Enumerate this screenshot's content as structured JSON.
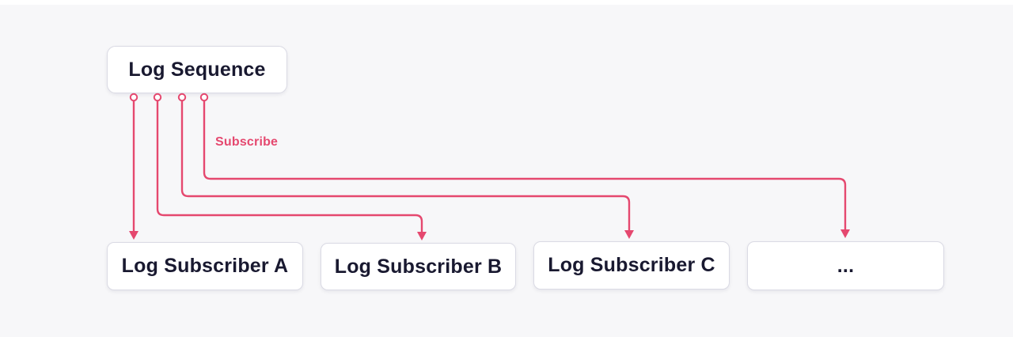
{
  "diagram": {
    "publisher": {
      "label": "Log Sequence"
    },
    "edge_label": "Subscribe",
    "subscribers": [
      {
        "label": "Log Subscriber A"
      },
      {
        "label": "Log Subscriber B"
      },
      {
        "label": "Log Subscriber C"
      },
      {
        "label": "..."
      }
    ],
    "colors": {
      "accent": "#e5486f",
      "node_text": "#191930",
      "node_background": "#ffffff",
      "node_border": "#dadae4",
      "canvas_background": "#f7f7f9",
      "page_background": "#ffffff"
    }
  }
}
